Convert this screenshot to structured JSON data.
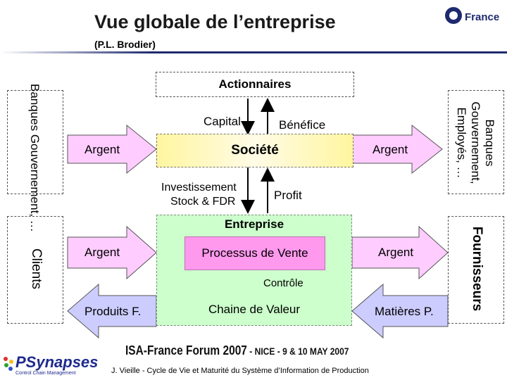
{
  "header": {
    "title": "Vue globale de l’entreprise",
    "subtitle": "(P.L. Brodier)",
    "logo_text": "France"
  },
  "diagram": {
    "actionnaires": "Actionnaires",
    "left_top_side": "Banques Gouvernement, …",
    "right_top_side": "Banques Gouvernement, Employés, …",
    "capital": "Capital",
    "benefice": "Bénéfice",
    "societe": "Société",
    "argent_left_top": "Argent",
    "argent_right_top": "Argent",
    "investissement": "Investissement",
    "stock": "Stock & FDR",
    "profit": "Profit",
    "entreprise": "Entreprise",
    "clients": "Clients",
    "fournisseurs": "Fournisseurs",
    "argent_left_mid": "Argent",
    "argent_right_mid": "Argent",
    "processus": "Processus de Vente",
    "controle": "Contrôle",
    "produits": "Produits F.",
    "chaine": "Chaine de Valeur",
    "matieres": "Matières P.",
    "colors": {
      "societe": "#fff6a0",
      "entreprise": "#ccffcc",
      "processus": "#ff99ee",
      "arrow_fill": "#ffccff",
      "arrow_blue": "#ccccff"
    }
  },
  "footer": {
    "forum": "ISA-France Forum 2007",
    "forum_place": " - NICE - 9 & 10 MAY 2007",
    "credit": "J. Vieille - Cycle de Vie et Maturité du Système d’Information de Production",
    "psynapses": "PSynapses",
    "psynapses_sub": "Control Chain Management"
  }
}
